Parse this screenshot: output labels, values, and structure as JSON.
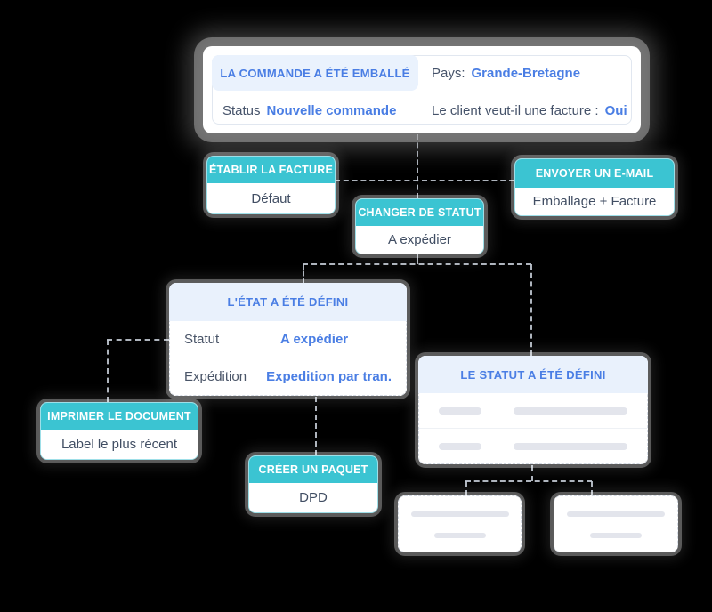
{
  "trigger": {
    "title": "LA COMMANDE A ÉTÉ EMBALLÉ",
    "pays_label": "Pays:",
    "pays_value": "Grande-Bretagne",
    "status_label": "Status",
    "status_value": "Nouvelle commande",
    "facture_label": "Le client veut-il une facture :",
    "facture_value": "Oui"
  },
  "actions": {
    "etablir_facture": {
      "title": "ÉTABLIR LA FACTURE",
      "value": "Défaut"
    },
    "changer_statut": {
      "title": "CHANGER DE STATUT",
      "value": "A expédier"
    },
    "envoyer_email": {
      "title": "ENVOYER UN E-MAIL",
      "value": "Emballage + Facture"
    },
    "imprimer_document": {
      "title": "IMPRIMER LE DOCUMENT",
      "value": "Label le plus récent"
    },
    "creer_paquet": {
      "title": "CRÉER UN PAQUET",
      "value": "DPD"
    }
  },
  "states": {
    "etat_defini": {
      "title": "L'ÉTAT A ÉTÉ DÉFINI",
      "rows": [
        {
          "label": "Statut",
          "value": "A expédier"
        },
        {
          "label": "Expédition",
          "value": "Expedition par tran."
        }
      ]
    },
    "statut_defini": {
      "title": "LE STATUT A ÉTÉ DÉFINI"
    }
  },
  "colors": {
    "background": "#000000",
    "teal": "#3bc4d2",
    "blue_accent": "#4a7ee4",
    "blue_header_bg": "#e9f1fc",
    "pill_bg": "#eaf2fd",
    "text_dark": "#414e63",
    "skeleton": "#e3e5ec",
    "connector": "#c1c8d1"
  }
}
